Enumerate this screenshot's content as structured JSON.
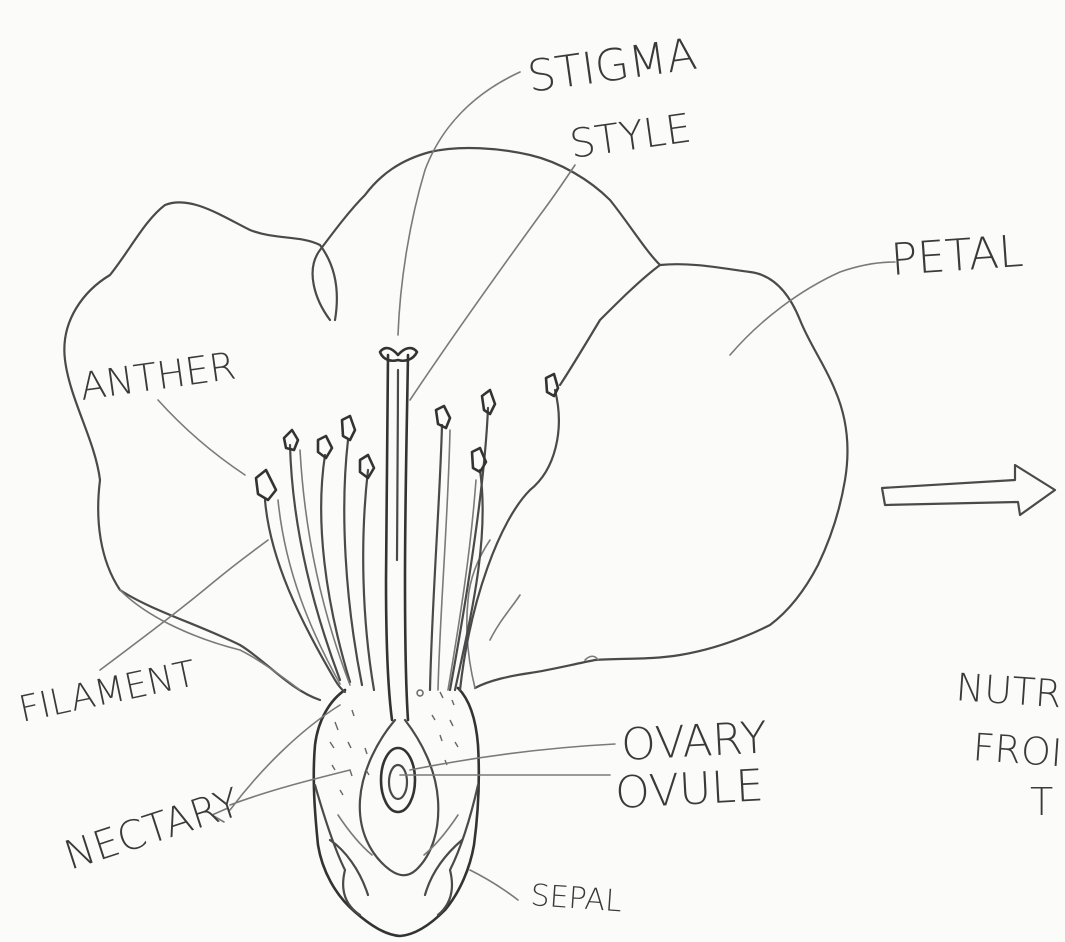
{
  "labels": {
    "stigma": "STIGMA",
    "style": "STYLE",
    "petal": "PETAL",
    "anther": "ANTHER",
    "filament": "FILAMENT",
    "ovary": "OVARY",
    "ovule": "OVULE",
    "nectary": "NECTARY",
    "sepal": "SEPAL",
    "cut_line1": "NUTR",
    "cut_line2": "FROI",
    "cut_line3": "T"
  },
  "colors": {
    "paper": "#fbfbfa",
    "pencil": "#4a4a4a"
  }
}
